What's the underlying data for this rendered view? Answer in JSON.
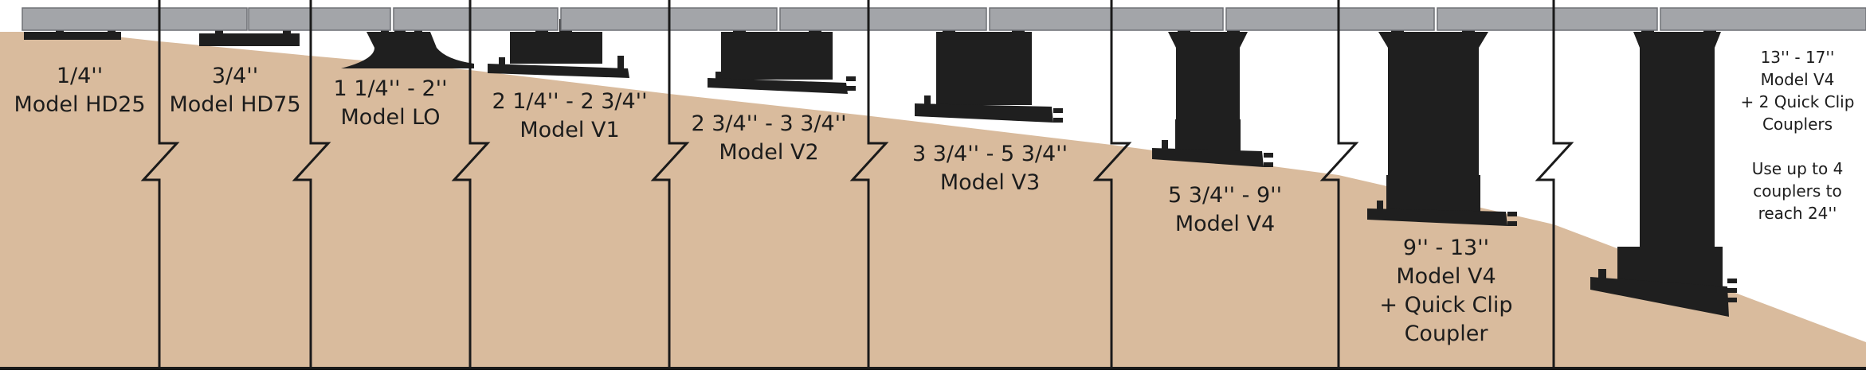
{
  "colors": {
    "ground": "#d9bb9d",
    "pedestal": "#1f1f1f",
    "deck": "#a3a5a9",
    "deck_stroke": "#6f7176",
    "divider": "#1a1a1a"
  },
  "panels": [
    {
      "range": "1/4''",
      "model": "Model HD25"
    },
    {
      "range": "3/4''",
      "model": "Model HD75"
    },
    {
      "range": "1 1/4'' - 2''",
      "model": "Model LO"
    },
    {
      "range": "2 1/4'' - 2 3/4''",
      "model": "Model V1"
    },
    {
      "range": "2 3/4'' - 3 3/4''",
      "model": "Model V2"
    },
    {
      "range": "3 3/4'' - 5 3/4''",
      "model": "Model V3"
    },
    {
      "range": "5 3/4'' - 9''",
      "model": "Model V4"
    },
    {
      "range": "9'' - 13''",
      "model": "Model V4",
      "extra1": "+ Quick Clip",
      "extra2": "Coupler"
    }
  ],
  "side_note": {
    "lines": [
      "13'' - 17''",
      "Model V4",
      "+ 2 Quick Clip",
      "Couplers",
      "",
      "Use up to 4",
      "couplers to",
      "reach 24''"
    ]
  }
}
